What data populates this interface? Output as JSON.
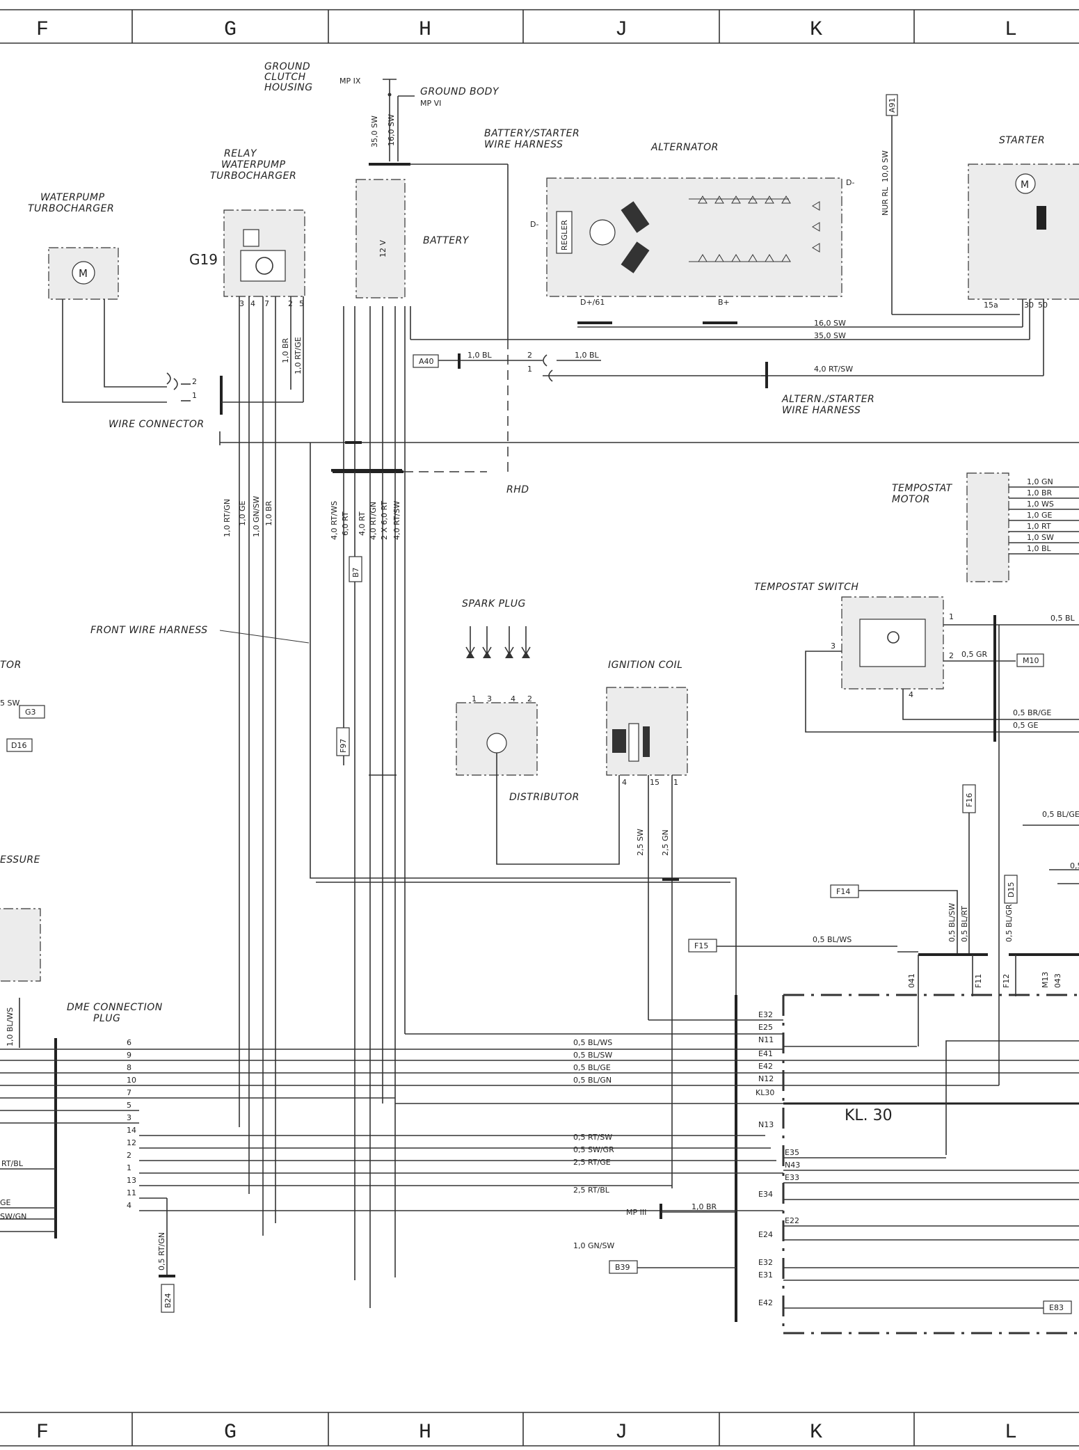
{
  "grid": {
    "columns": [
      "F",
      "G",
      "H",
      "J",
      "K",
      "L"
    ]
  },
  "components": {
    "ground_clutch": "GROUND CLUTCH HOUSING",
    "mp_ix": "MP IX",
    "ground_body": "GROUND BODY",
    "mp_vi": "MP VI",
    "battery_harness": "BATTERY/STARTER WIRE HARNESS",
    "alternator": "ALTERNATOR",
    "starter": "STARTER",
    "relay": "RELAY WATERPUMP TURBOCHARGER",
    "waterpump": "WATERPUMP TURBOCHARGER",
    "battery": "BATTERY",
    "battery_voltage": "12 V",
    "regler": "REGLER",
    "wire_connector": "WIRE CONNECTOR",
    "altern_harness": "ALTERN./STARTER WIRE HARNESS",
    "rhd": "RHD",
    "tempostat_motor": "TEMPOSTAT MOTOR",
    "tempostat_switch": "TEMPOSTAT SWITCH",
    "spark_plug": "SPARK PLUG",
    "ignition_coil": "IGNITION COIL",
    "distributor": "DISTRIBUTOR",
    "front_harness": "FRONT WIRE HARNESS",
    "dme_plug": "DME CONNECTION PLUG",
    "kl30": "KL. 30",
    "mp_iii": "MP III",
    "essure": "ESSURE",
    "tor": "TOR"
  },
  "refs": {
    "g19": "G19",
    "a91": "A91",
    "a40": "A40",
    "b7": "B7",
    "f97": "F97",
    "m10": "M10",
    "f16": "F16",
    "f14": "F14",
    "f15": "F15",
    "d15": "D15",
    "g3": "G3",
    "d16": "D16",
    "b24": "B24",
    "b39": "B39",
    "e83": "E83",
    "d_minus": "D-",
    "d_plus": "D+/61",
    "b_plus": "B+",
    "nur_rl": "NUR RL"
  },
  "wires": {
    "w35sw": "35,0 SW",
    "w16sw": "16,0 SW",
    "w10sw": "10,0 SW",
    "w16sw_b": "16,0 SW",
    "w35sw_b": "35,0 SW",
    "w40rtsw": "4,0 RT/SW",
    "w10bl_a": "1,0 BL",
    "w10bl_b": "1,0 BL",
    "w10br": "1,0 BR",
    "w10rtge": "1,0 RT/GE",
    "v1": "1,0 RT/GN",
    "v2": "1,0 GE",
    "v3": "1,0 GN/SW",
    "v4": "1,0 BR",
    "h1": "4,0 RT/WS",
    "h2": "6,0 RT",
    "h3": "4,0 RT",
    "h4": "4,0 RT/GN",
    "h5": "2 X 6,0 RT",
    "h6": "4,0 RT/SW",
    "t1": "1,0 GN",
    "t2": "1,0 BR",
    "t3": "1,0 WS",
    "t4": "1,0 GE",
    "t5": "1,0 RT",
    "t6": "1,0 SW",
    "t7": "1,0 BL",
    "s1": "0,5 BL",
    "s2": "0,5 GR",
    "s3": "0,5 BR/GE",
    "s4": "0,5 GE",
    "c1": "2,5 SW",
    "c2": "2,5 GN",
    "k1": "0,5 BL/WS",
    "k2": "0,5 BL/SW",
    "k3": "0,5 BL/RT",
    "k4": "0,5 BL/GR",
    "k5": "0,5 BL/GE",
    "k6": "0,5",
    "d1": "0,5 BL/WS",
    "d2": "0,5 BL/SW",
    "d3": "0,5 BL/GE",
    "d4": "0,5 BL/GN",
    "d5": "0,5 RT/SW",
    "d6": "0,5 SW/GR",
    "d7": "2,5 RT/GE",
    "d8": "2,5 RT/BL",
    "d9": "1,0 BR",
    "d10": "1,0 GN/SW",
    "b1": "0,5 RT/GN",
    "b2": "1,0 BL/WS",
    "l1": "5 SW",
    "l2": "RT/BL",
    "l3": "GE",
    "l4": "SW/GN"
  },
  "dme_pins": [
    "6",
    "9",
    "8",
    "10",
    "7",
    "5",
    "3",
    "14",
    "12",
    "2",
    "1",
    "13",
    "11",
    "4"
  ],
  "ecu_pins": [
    "E32",
    "E25",
    "N11",
    "E41",
    "E42",
    "N12",
    "KL30",
    "N13",
    "E35",
    "N43",
    "E33",
    "E34",
    "E22",
    "E24",
    "E32",
    "E31",
    "E42"
  ],
  "ecu_top": [
    "041",
    "F11",
    "F12",
    "M13",
    "043"
  ],
  "pins": {
    "relay": [
      "3",
      "4",
      "7",
      "2",
      "5"
    ],
    "starter": [
      "15a",
      "30",
      "50"
    ],
    "dist": [
      "1",
      "3",
      "4",
      "2"
    ],
    "coil": [
      "4",
      "15",
      "1"
    ],
    "conn": [
      "2",
      "1"
    ],
    "conn2": [
      "2",
      "1"
    ],
    "tsw": [
      "1",
      "2",
      "3",
      "4"
    ]
  }
}
